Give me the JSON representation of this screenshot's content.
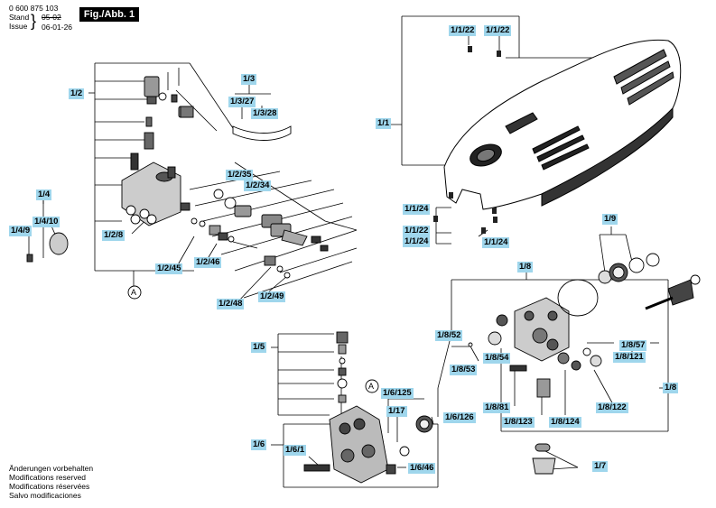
{
  "header": {
    "doc_number": "0 600 875 103",
    "stand_label": "Stand",
    "issue_label": "Issue",
    "stand_date": "05-02",
    "issue_date": "06-01-26",
    "figure": "Fig./Abb. 1"
  },
  "notes": [
    "Änderungen vorbehalten",
    "Modifications reserved",
    "Modifications réservées",
    "Salvo modificaciones"
  ],
  "callouts": {
    "a1": "A",
    "a2": "A"
  },
  "labels": {
    "l1_1": "1/1",
    "l1_1_22a": "1/1/22",
    "l1_1_22b": "1/1/22",
    "l1_1_24a": "1/1/24",
    "l1_1_22c": "1/1/22",
    "l1_1_24b": "1/1/24",
    "l1_1_24c": "1/1/24",
    "l1_2": "1/2",
    "l1_3": "1/3",
    "l1_3_27": "1/3/27",
    "l1_3_28": "1/3/28",
    "l1_2_35": "1/2/35",
    "l1_2_34": "1/2/34",
    "l1_4": "1/4",
    "l1_4_10": "1/4/10",
    "l1_4_9": "1/4/9",
    "l1_2_8": "1/2/8",
    "l1_2_45": "1/2/45",
    "l1_2_46": "1/2/46",
    "l1_2_48": "1/2/48",
    "l1_2_49": "1/2/49",
    "l1_9": "1/9",
    "l1_8": "1/8",
    "l1_8_52": "1/8/52",
    "l1_8_53": "1/8/53",
    "l1_8_54": "1/8/54",
    "l1_8_57": "1/8/57",
    "l1_8_121": "1/8/121",
    "l1_8_label": "1/8",
    "l1_8_81": "1/8/81",
    "l1_8_122": "1/8/122",
    "l1_8_123": "1/8/123",
    "l1_8_124": "1/8/124",
    "l1_5": "1/5",
    "l1_6_125": "1/6/125",
    "l1_17": "1/17",
    "l1_6_126": "1/6/126",
    "l1_6": "1/6",
    "l1_6_1": "1/6/1",
    "l1_6_46": "1/6/46",
    "l1_7": "1/7"
  }
}
